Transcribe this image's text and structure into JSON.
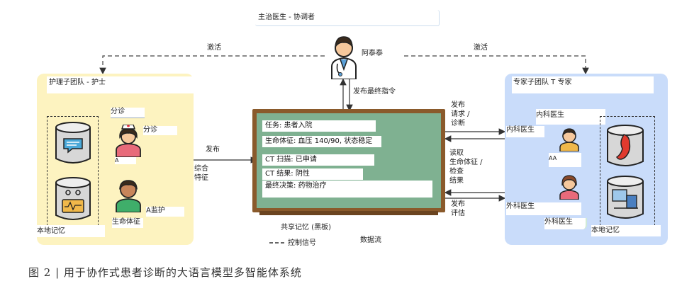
{
  "top": {
    "title": "主治医生 - 协调者",
    "doctor_name": "阿泰泰",
    "activate_left": "激活",
    "activate_right": "激活",
    "command": "发布最终指令"
  },
  "nursing": {
    "title": "护理子团队 - 护士",
    "triage_label_1": "分诊",
    "triage_label_2": "分诊",
    "nurse_a": "A",
    "vital_signs": "生命体征",
    "monitor": "A监护",
    "memory": "本地记忆",
    "publish": "发布",
    "synthesize": "综合\n特征"
  },
  "board": {
    "lines": [
      "任务: 患者入院",
      "生命体征: 血压 140/90, 状态稳定",
      "CT 扫描: 已申请",
      "CT 结果: 阴性",
      "最终决策: 药物治疗"
    ],
    "caption": "共享记忆 (黑板)"
  },
  "mid_labels": {
    "publish_request": "发布\n请求 /\n诊断",
    "read": "读取\n生命体征 /\n检查\n结果",
    "publish_assess": "发布\n评估"
  },
  "expert": {
    "title": "专家子团队 T 专家",
    "internal_1": "内科医生",
    "internal_2": "内科医生",
    "aa": "AA",
    "surgeon_1": "外科医生",
    "surgeon_2": "外科医生",
    "memory": "本地记忆"
  },
  "legend": {
    "control": "控制信号",
    "data": "数据流"
  },
  "figure_caption": "图 2 | 用于协作式患者诊断的大语言模型多智能体系统",
  "colors": {
    "nursing_bg": "#fdf3c0",
    "expert_bg": "#c9dcfa",
    "board_frame": "#8a5a2b",
    "board_fill": "#7fb191"
  }
}
